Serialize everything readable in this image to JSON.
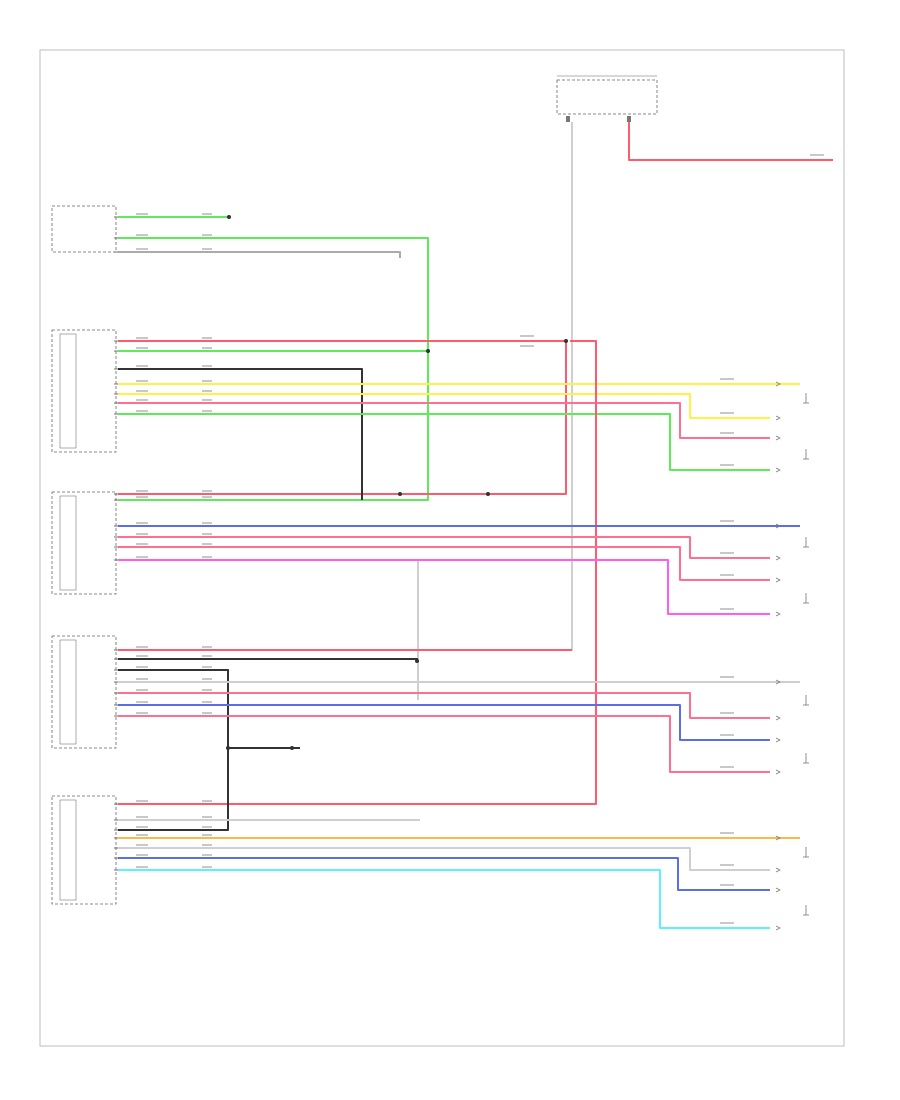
{
  "diagram": {
    "colors": {
      "red": "#ff5a6e",
      "pink": "#ff6f8f",
      "green": "#5fea5a",
      "yellow": "#fff04a",
      "blue": "#5a6fe6",
      "magenta": "#ff5cf2",
      "orange": "#ffb84a",
      "cyan": "#5ff0ff",
      "gray": "#cfcfcf",
      "black": "#333333"
    },
    "icons": [
      "ground-symbol",
      "splice-node",
      "connector-arrow"
    ]
  }
}
